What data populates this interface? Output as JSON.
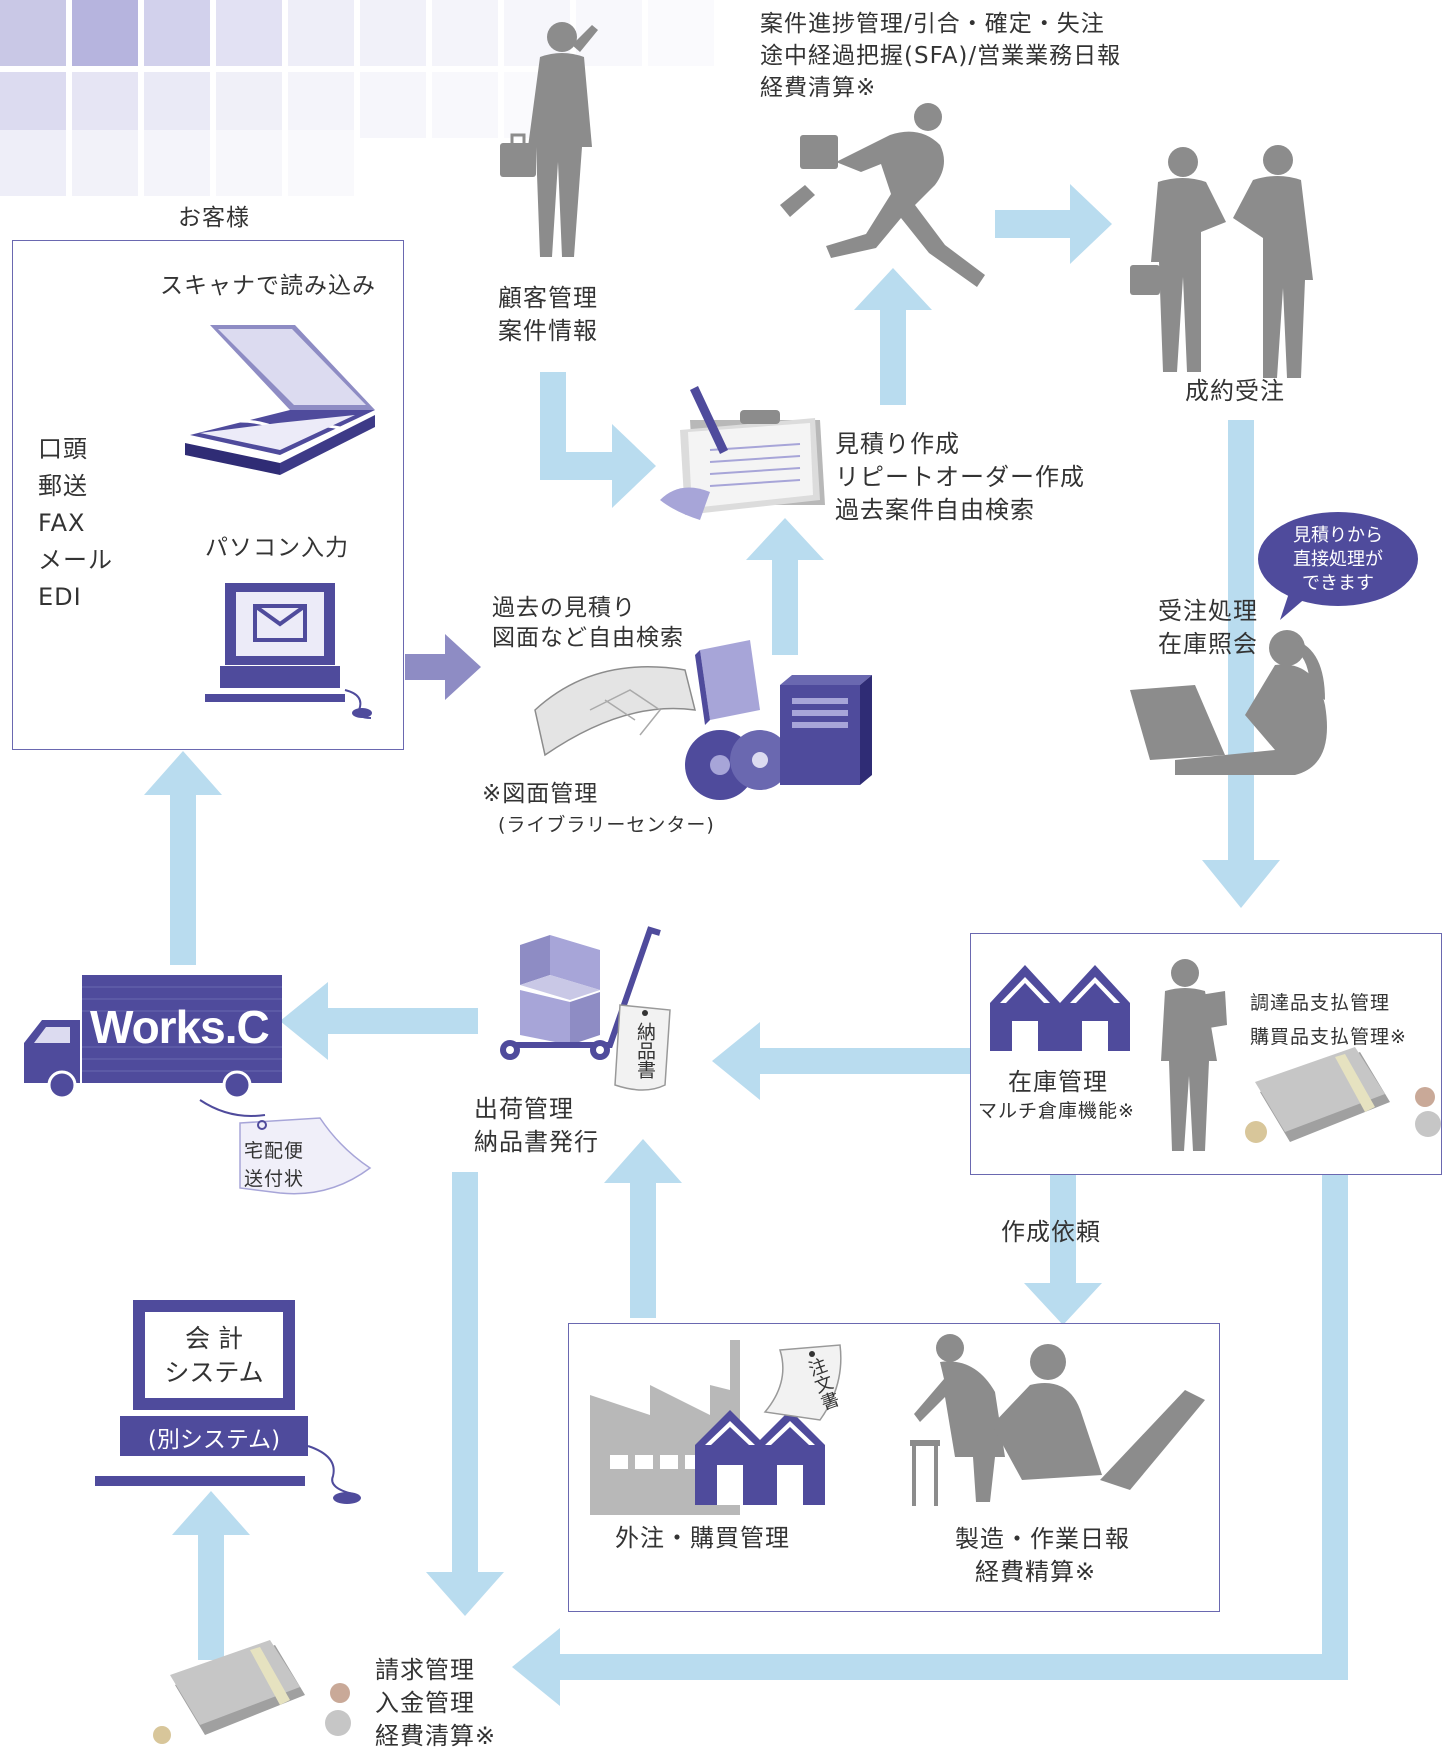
{
  "colors": {
    "arrow_light": "#b9dcef",
    "arrow_purple": "#8e8cc4",
    "indigo": "#4f4b9c",
    "indigo_light": "#a7a5d8",
    "silhouette": "#8c8c8c",
    "box_border": "#6a68b0"
  },
  "customer": {
    "title": "お客様",
    "scanner_label": "スキャナで読み込み",
    "inputs": [
      "口頭",
      "郵送",
      "FAX",
      "メール",
      "EDI"
    ],
    "pc_label": "パソコン入力"
  },
  "crm": {
    "line1": "顧客管理",
    "line2": "案件情報"
  },
  "sfa": {
    "line1": "案件進捗管理/引合・確定・失注",
    "line2": "途中経過把握(SFA)/営業業務日報",
    "line3": "経費清算※"
  },
  "contract": {
    "label": "成約受注"
  },
  "estimate": {
    "line1": "見積り作成",
    "line2": "リピートオーダー作成",
    "line3": "過去案件自由検索"
  },
  "search": {
    "line1": "過去の見積り",
    "line2": "図面など自由検索",
    "drawing_mgmt": "※図面管理",
    "library": "(ライブラリーセンター)"
  },
  "bubble": {
    "line1": "見積りから",
    "line2": "直接処理が",
    "line3": "できます"
  },
  "order": {
    "line1": "受注処理",
    "line2": "在庫照会"
  },
  "inventory": {
    "label": "在庫管理",
    "sub": "マルチ倉庫機能※",
    "pay1": "調達品支払管理",
    "pay2": "購買品支払管理※"
  },
  "shipping": {
    "line1": "出荷管理",
    "line2": "納品書発行",
    "slip": "納品書"
  },
  "truck": {
    "brand": "Works.C",
    "slip1": "宅配便",
    "slip2": "送付状"
  },
  "request_label": "作成依頼",
  "production": {
    "outsource": "外注・購買管理",
    "order_doc": "注文書",
    "mfg1": "製造・作業日報",
    "mfg2": "経費精算※"
  },
  "accounting": {
    "line1": "会 計",
    "line2": "システム",
    "sub": "(別システム)"
  },
  "billing": {
    "line1": "請求管理",
    "line2": "入金管理",
    "line3": "経費清算※"
  }
}
